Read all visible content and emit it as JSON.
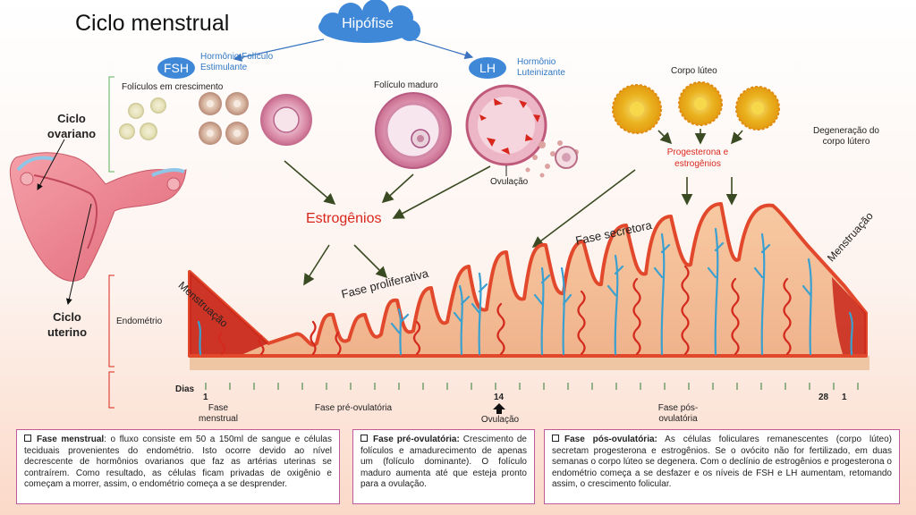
{
  "title": "Ciclo menstrual",
  "hypophysis": "Hipófise",
  "fsh": {
    "label": "FSH",
    "desc": "Hormônio Folículo Estimulante"
  },
  "lh": {
    "label": "LH",
    "desc": "Hormônio Luteinizante"
  },
  "labels": {
    "growing_follicles": "Folículos em crescimento",
    "mature_follicle": "Folículo maduro",
    "corpus_luteum": "Corpo lúteo",
    "corpus_degeneration": "Degeneração do corpo lútero",
    "ovulation_small": "Ovulação",
    "estrogens": "Estrogênios",
    "progesterone": "Progesterona e estrogênios",
    "ovarian_cycle": "Ciclo ovariano",
    "uterine_cycle": "Ciclo uterino",
    "endometrium": "Endométrio",
    "menstruation_left": "Menstruação",
    "menstruation_right": "Menstruação",
    "proliferative": "Fase proliferativa",
    "secretory": "Fase secretora"
  },
  "days": {
    "label": "Dias",
    "d1": "1",
    "d14": "14",
    "d28": "28",
    "d1b": "1"
  },
  "phases": {
    "menstrual": "Fase menstrual",
    "pre_ovulatory": "Fase pré-ovulatória",
    "ovulation": "Ovulação",
    "post_ovulatory": "Fase pós-ovulatória"
  },
  "boxes": {
    "menstrual_title": "Fase menstrual",
    "menstrual_text": ": o fluxo consiste em 50 a 150ml de sangue e células teciduais provenientes do endométrio. Isto ocorre devido ao nível decrescente de hormônios ovarianos que faz as artérias uterinas se contraírem. Como resultado, as células ficam privadas de oxigênio e começam a morrer,  assim, o endométrio começa a se desprender.",
    "pre_title": "Fase pré-ovulatória:",
    "pre_text": " Crescimento de folículos e amadurecimento de apenas um (folículo dominante). O folículo maduro aumenta até que esteja pronto para a ovulação.",
    "post_title": "Fase pós-ovulatória:",
    "post_text": " As células foliculares remanescentes (corpo lúteo) secretam progesterona e estrogênios. Se o ovócito não for fertilizado, em duas semanas o corpo lúteo se degenera. Com o declínio de estrogênios e progesterona o endométrio começa a se desfazer e os níveis de FSH e LH aumentam, retomando assim, o crescimento folicular."
  },
  "colors": {
    "hormone_blue": "#3f88d8",
    "estrogen_red": "#d9261c",
    "box_border": "#c0589c",
    "endometrium": "#f4b98e",
    "vessel_red": "#d42a1e",
    "vessel_blue": "#3aa0d0"
  }
}
